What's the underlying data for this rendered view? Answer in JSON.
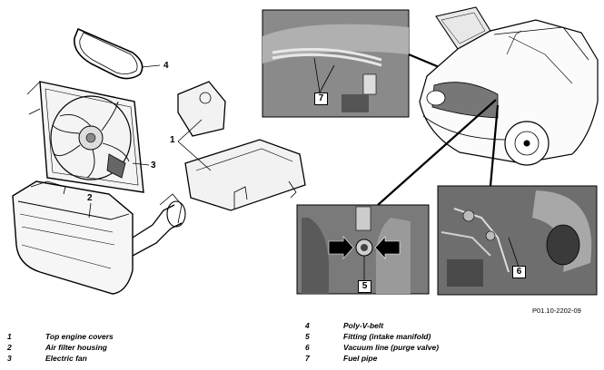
{
  "reference": "P01.10-2202-09",
  "callouts": {
    "top_engine_covers": "1",
    "air_filter_housing": "2",
    "electric_fan": "3",
    "poly_v_belt": "4",
    "fitting_intake_manifold": "5",
    "vacuum_line": "6",
    "fuel_pipe": "7"
  },
  "legend": {
    "left": [
      {
        "num": "1",
        "label": "Top engine covers"
      },
      {
        "num": "2",
        "label": "Air filter housing"
      },
      {
        "num": "3",
        "label": "Electric fan"
      }
    ],
    "right": [
      {
        "num": "4",
        "label": "Poly-V-belt"
      },
      {
        "num": "5",
        "label": "Fitting (intake manifold)"
      },
      {
        "num": "6",
        "label": "Vacuum line (purge valve)"
      },
      {
        "num": "7",
        "label": "Fuel pipe"
      }
    ]
  }
}
